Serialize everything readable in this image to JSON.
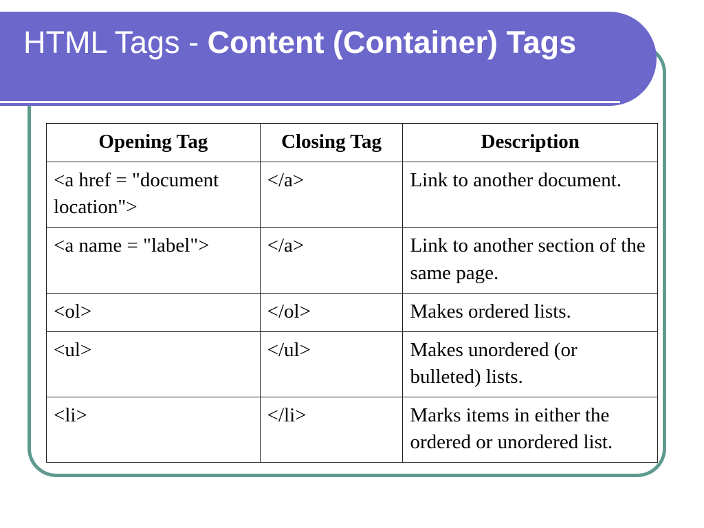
{
  "slide": {
    "title_prefix": "HTML Tags - ",
    "title_bold": "Content (Container) Tags"
  },
  "table": {
    "headers": [
      "Opening Tag",
      "Closing Tag",
      "Description"
    ],
    "rows": [
      {
        "opening": "<a href = \"document location\">",
        "closing": "</a>",
        "description": "Link to another document."
      },
      {
        "opening": "<a name = \"label\">",
        "closing": "</a>",
        "description": "Link to another section of the same page."
      },
      {
        "opening": "<ol>",
        "closing": "</ol>",
        "description": "Makes ordered lists."
      },
      {
        "opening": "<ul>",
        "closing": "</ul>",
        "description": "Makes unordered (or bulleted) lists."
      },
      {
        "opening": "<li>",
        "closing": "</li>",
        "description": "Marks items in either the ordered or unordered list."
      }
    ]
  },
  "colors": {
    "title_banner": "#6b67cb",
    "frame_border": "#5f9a8f",
    "title_text": "#ffffff"
  }
}
